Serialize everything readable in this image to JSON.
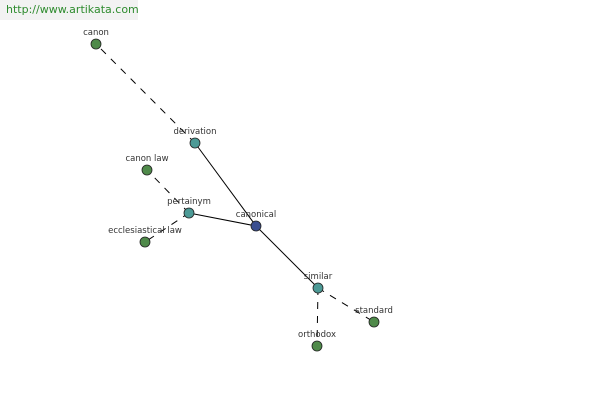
{
  "site_url": "http://www.artikata.com",
  "colors": {
    "center": "#3a4e90",
    "relation": "#4c9a96",
    "word": "#4f8a4a"
  },
  "graph": {
    "nodes": [
      {
        "id": "canonical",
        "label": "canonical",
        "kind": "center"
      },
      {
        "id": "derivation",
        "label": "derivation",
        "kind": "relation"
      },
      {
        "id": "pertainym",
        "label": "pertainym",
        "kind": "relation"
      },
      {
        "id": "similar",
        "label": "similar",
        "kind": "relation"
      },
      {
        "id": "canon",
        "label": "canon",
        "kind": "word"
      },
      {
        "id": "canon-law",
        "label": "canon law",
        "kind": "word"
      },
      {
        "id": "ecclesiastical-law",
        "label": "ecclesiastical law",
        "kind": "word"
      },
      {
        "id": "standard",
        "label": "standard",
        "kind": "word"
      },
      {
        "id": "orthodox",
        "label": "orthodox",
        "kind": "word"
      }
    ],
    "edges": [
      {
        "from": "canonical",
        "to": "derivation",
        "style": "solid"
      },
      {
        "from": "canonical",
        "to": "pertainym",
        "style": "solid"
      },
      {
        "from": "canonical",
        "to": "similar",
        "style": "solid"
      },
      {
        "from": "derivation",
        "to": "canon",
        "style": "dashed"
      },
      {
        "from": "pertainym",
        "to": "canon-law",
        "style": "dashed"
      },
      {
        "from": "pertainym",
        "to": "ecclesiastical-law",
        "style": "dashed"
      },
      {
        "from": "similar",
        "to": "standard",
        "style": "dashed"
      },
      {
        "from": "similar",
        "to": "orthodox",
        "style": "dashed"
      }
    ]
  }
}
